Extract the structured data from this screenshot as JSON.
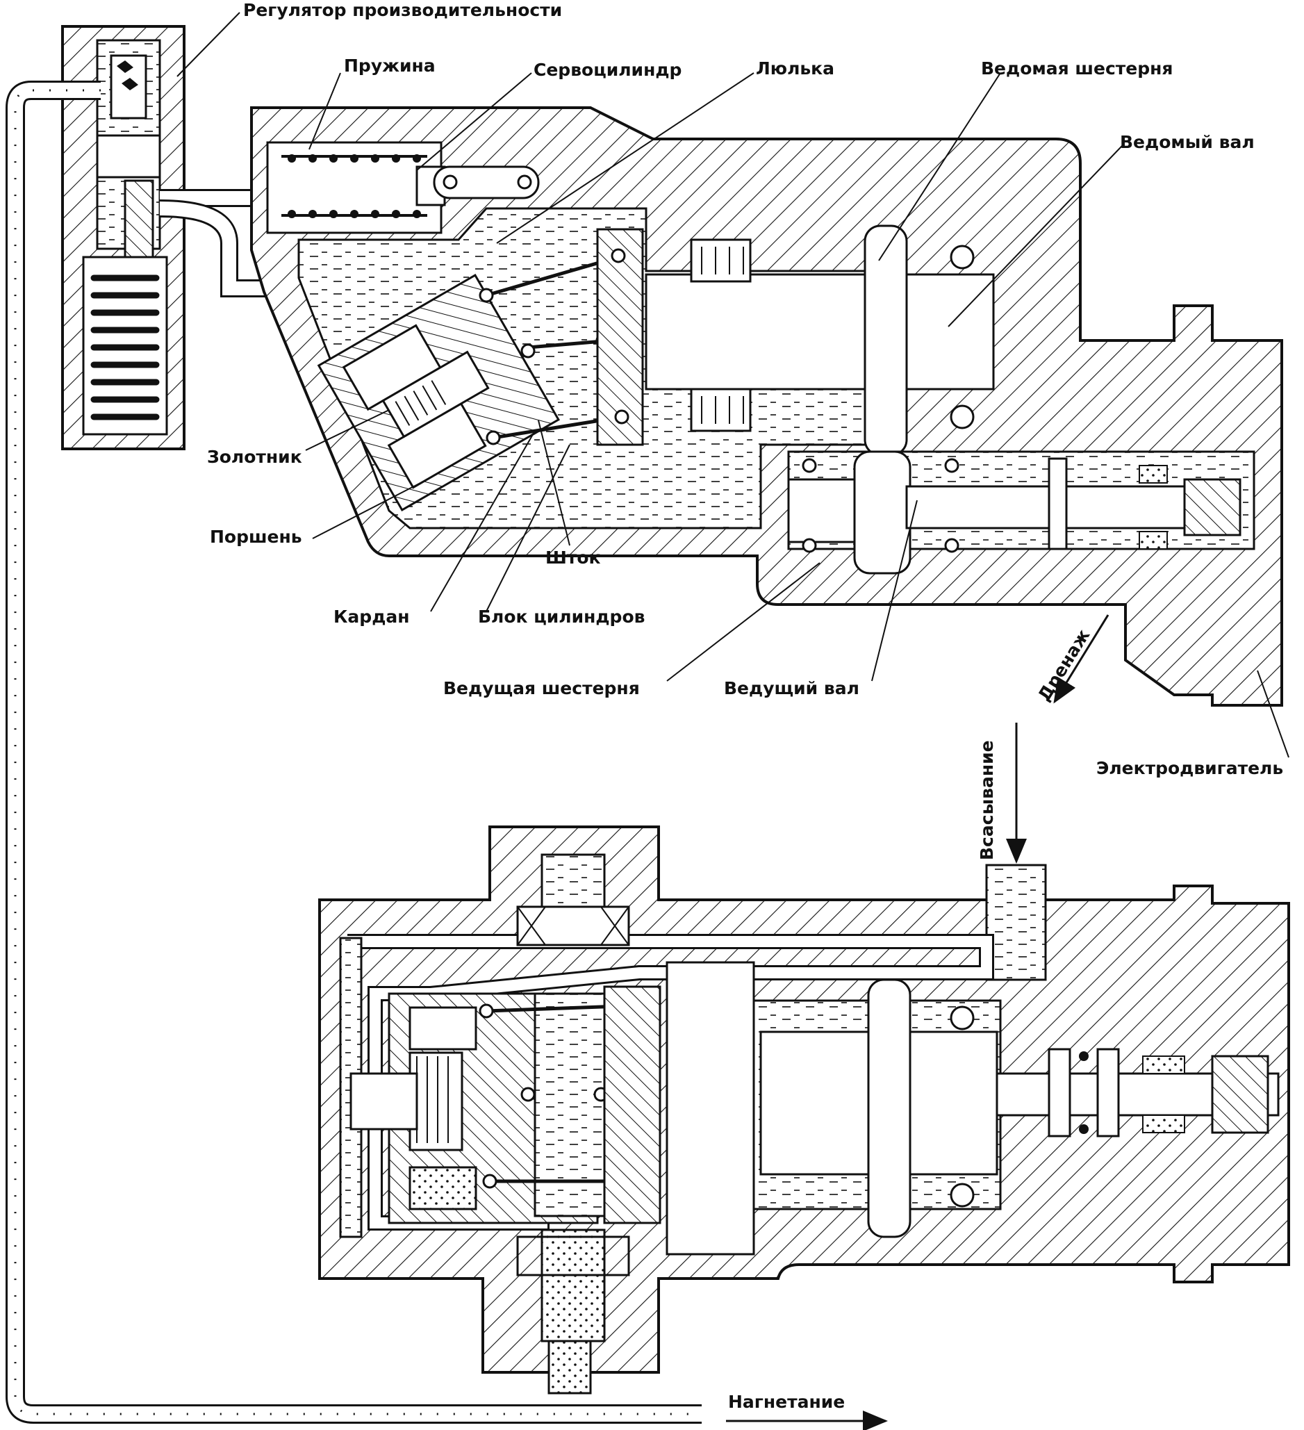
{
  "labels": {
    "regulator": "Регулятор производительности",
    "spring": "Пружина",
    "servo": "Сервоцилиндр",
    "cradle": "Люлька",
    "driven_gear": "Ведомая шестерня",
    "driven_shaft": "Ведомый вал",
    "spool": "Золотник",
    "piston": "Поршень",
    "rod": "Шток",
    "cardan": "Кардан",
    "cyl_block": "Блок цилиндров",
    "drive_gear": "Ведущая шестерня",
    "drive_shaft": "Ведущий вал",
    "drain": "Дренаж",
    "motor": "Электродвигатель",
    "suction": "Всасывание",
    "discharge": "Нагнетание"
  },
  "colors": {
    "ink": "#111111",
    "paper": "#ffffff"
  }
}
